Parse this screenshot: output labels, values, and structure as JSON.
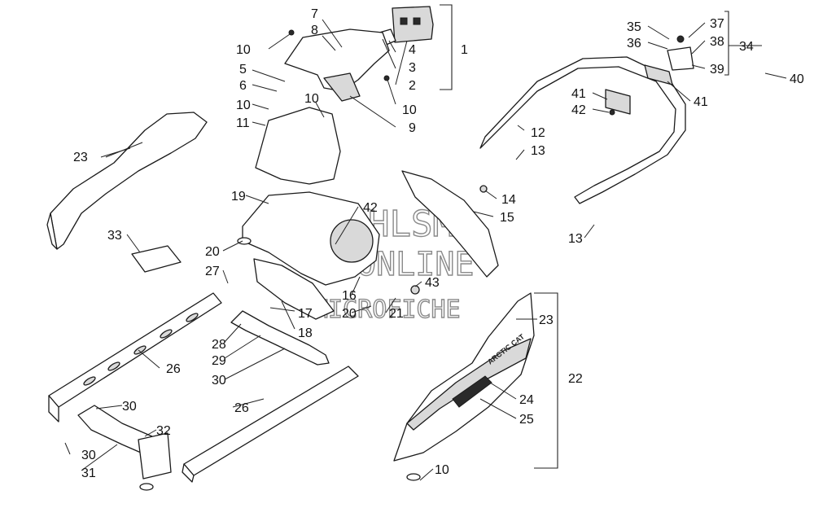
{
  "watermark": {
    "line1": "HLSM",
    "line2": "ONLINE",
    "line3": "MICROFICHE"
  },
  "decal_text": "ARCTIC CAT",
  "callouts": {
    "c1": "1",
    "c2": "2",
    "c3": "3",
    "c4": "4",
    "c5": "5",
    "c6": "6",
    "c7": "7",
    "c8": "8",
    "c9": "9",
    "c10a": "10",
    "c10b": "10",
    "c10c": "10",
    "c10d": "10",
    "c10e": "10",
    "c11": "11",
    "c12": "12",
    "c13a": "13",
    "c13b": "13",
    "c14": "14",
    "c15": "15",
    "c16": "16",
    "c17": "17",
    "c18": "18",
    "c19": "19",
    "c20a": "20",
    "c20b": "20",
    "c21": "21",
    "c22": "22",
    "c23a": "23",
    "c23b": "23",
    "c24": "24",
    "c25": "25",
    "c26a": "26",
    "c26b": "26",
    "c27": "27",
    "c28": "28",
    "c29": "29",
    "c30a": "30",
    "c30b": "30",
    "c30c": "30",
    "c31": "31",
    "c32": "32",
    "c33": "33",
    "c34": "34",
    "c35": "35",
    "c36": "36",
    "c37": "37",
    "c38": "38",
    "c39": "39",
    "c40": "40",
    "c41a": "41",
    "c41b": "41",
    "c42a": "42",
    "c42b": "42",
    "c43": "43"
  }
}
